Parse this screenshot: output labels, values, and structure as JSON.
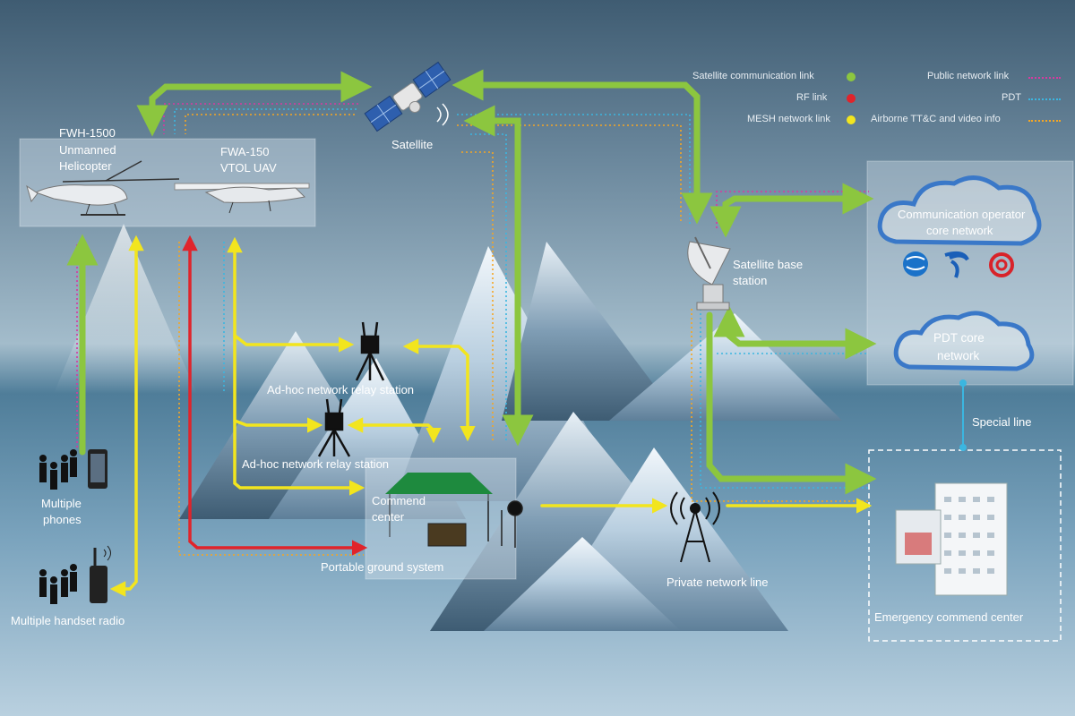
{
  "nodes": {
    "satellite": "Satellite",
    "helicopter_model": "FWH-1500",
    "helicopter_l1": "Unmanned",
    "helicopter_l2": "Helicopter",
    "uav_model": "FWA-150",
    "uav_type": "VTOL UAV",
    "base_station_l1": "Satellite base",
    "base_station_l2": "station",
    "operator_l1": "Communication operator",
    "operator_l2": "core network",
    "pdt_l1": "PDT core",
    "pdt_l2": "network",
    "special_line": "Special line",
    "relay_1": "Ad-hoc network relay station",
    "relay_2": "Ad-hoc network relay station",
    "command_center_l1": "Commend",
    "command_center_l2": "center",
    "portable_ground": "Portable ground system",
    "private_line": "Private network line",
    "emergency_center": "Emergency commend center",
    "phones_l1": "Multiple",
    "phones_l2": "phones",
    "handset_radio": "Multiple handset radio"
  },
  "legend": {
    "satellite_link": "Satellite communication link",
    "rf_link": "RF link",
    "mesh_link": "MESH network link",
    "public_link": "Public network link",
    "pdt": "PDT",
    "airborne": "Airborne TT&C and video info"
  },
  "colors": {
    "satellite_link": "#8cc63f",
    "rf_link": "#e0242b",
    "mesh_link": "#f2e51e",
    "public_link": "#d63aa0",
    "pdt": "#3bb6e0",
    "airborne": "#f5a623",
    "operator_cloud": "#3a78c8"
  },
  "icons": [
    "satellite-icon",
    "helicopter-icon",
    "uav-icon",
    "satellite-dish-icon",
    "cloud-icon",
    "china-mobile-logo",
    "china-telecom-logo",
    "china-unicom-logo",
    "tripod-antenna-icon",
    "tent-icon",
    "radio-tower-icon",
    "building-icon",
    "phone-icon",
    "radio-icon",
    "people-icon"
  ]
}
